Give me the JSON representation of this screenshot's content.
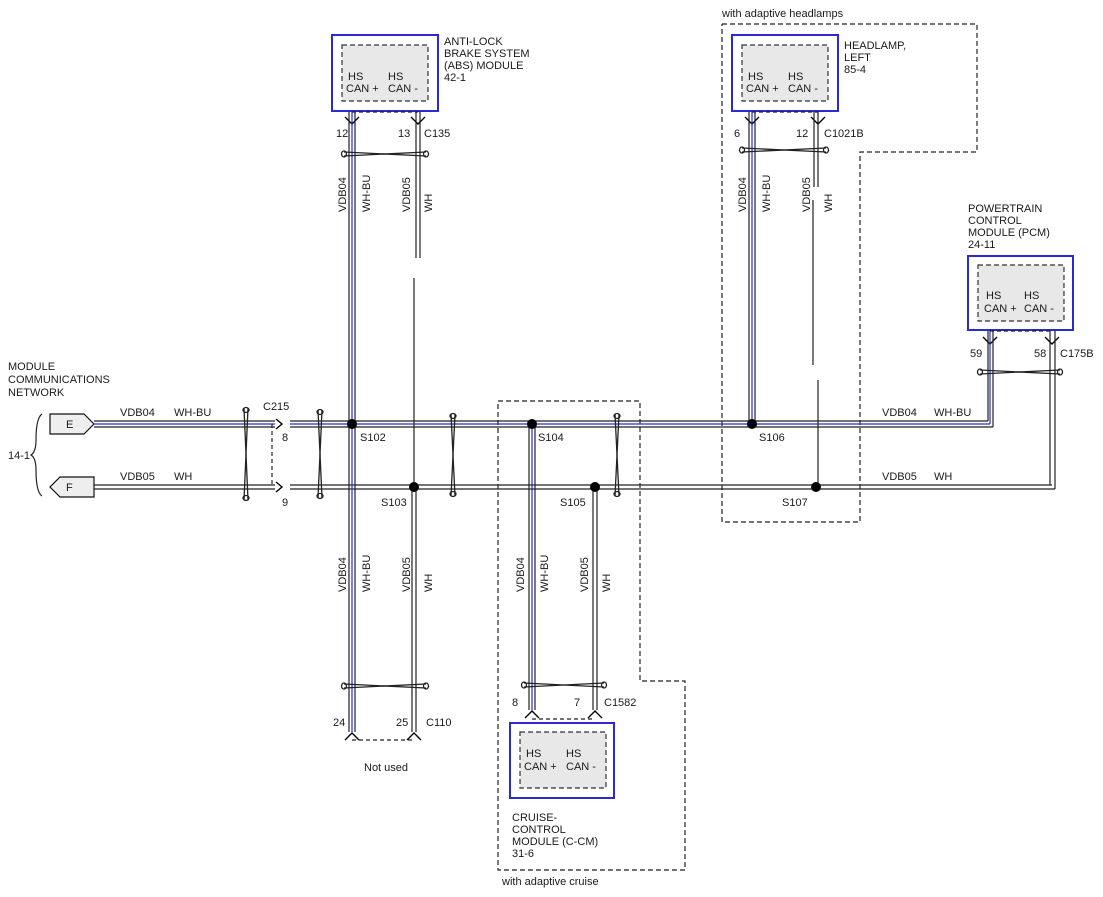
{
  "modules": {
    "abs": {
      "lines": [
        "ANTI-LOCK",
        "BRAKE SYSTEM",
        "(ABS) MODULE",
        "42-1"
      ],
      "pins": [
        "12",
        "13"
      ],
      "connector": "C135"
    },
    "headlamp": {
      "lines": [
        "HEADLAMP,",
        "LEFT",
        "85-4"
      ],
      "pins": [
        "6",
        "12"
      ],
      "connector": "C1021B",
      "option_label": "with adaptive headlamps"
    },
    "pcm": {
      "lines": [
        "POWERTRAIN",
        "CONTROL",
        "MODULE (PCM)",
        "24-11"
      ],
      "pins": [
        "59",
        "58"
      ],
      "connector": "C175B"
    },
    "ccm": {
      "lines": [
        "CRUISE-",
        "CONTROL",
        "MODULE (C-CM)",
        "31-6"
      ],
      "pins": [
        "8",
        "7"
      ],
      "connector": "C1582",
      "option_label": "with adaptive cruise"
    }
  },
  "can_labels": {
    "hs": "HS",
    "plus": "CAN +",
    "minus": "CAN -"
  },
  "network": {
    "lines": [
      "MODULE",
      "COMMUNICATIONS",
      "NETWORK"
    ],
    "ref": "14-1",
    "tag_e": "E",
    "tag_f": "F"
  },
  "circuits": {
    "plus_code": "VDB04",
    "plus_color": "WH-BU",
    "minus_code": "VDB05",
    "minus_color": "WH"
  },
  "c215": {
    "name": "C215",
    "pin_plus": "8",
    "pin_minus": "9"
  },
  "splices": {
    "s102": "S102",
    "s103": "S103",
    "s104": "S104",
    "s105": "S105",
    "s106": "S106",
    "s107": "S107"
  },
  "c110": {
    "pins": [
      "24",
      "25"
    ],
    "connector": "C110",
    "note": "Not used"
  },
  "colors": {
    "blue": "#2a2ad0",
    "wire": "#222222"
  }
}
